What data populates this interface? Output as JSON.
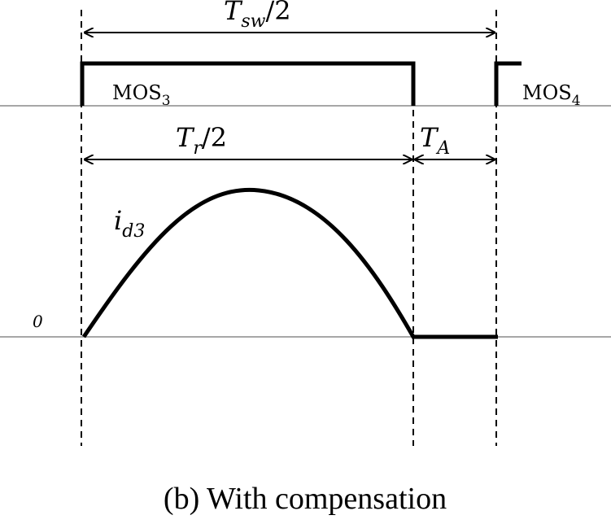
{
  "labels": {
    "tsw_half": {
      "main": "T",
      "sub": "sw",
      "tail": "/2"
    },
    "tr_half": {
      "main": "T",
      "sub": "r",
      "tail": "/2"
    },
    "ta": {
      "main": "T",
      "sub": "A"
    },
    "mos3": {
      "main": "MOS",
      "sub": "3"
    },
    "mos4": {
      "main": "MOS",
      "sub": "4"
    },
    "current": {
      "main": "i",
      "sub": "d3"
    },
    "zero": "0"
  },
  "caption": "(b) With compensation",
  "colors": {
    "line": "#000000",
    "axis": "#8a8a8a"
  }
}
